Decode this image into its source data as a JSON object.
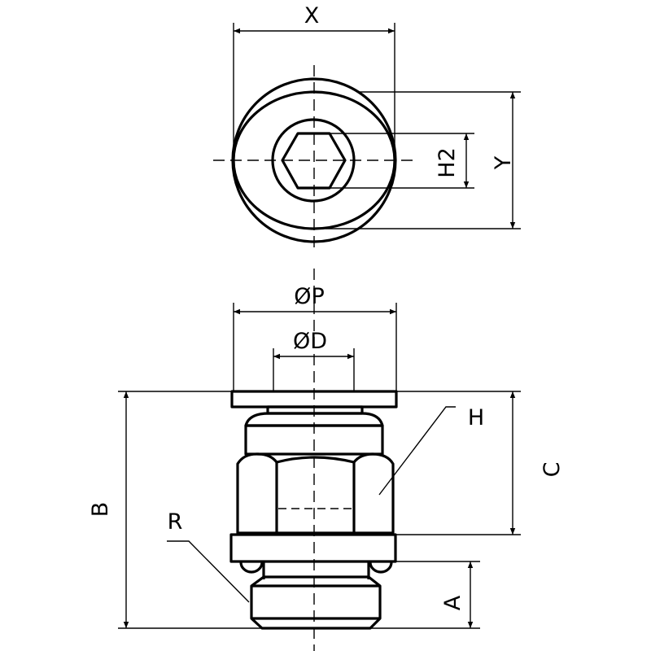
{
  "title": "Push-in fitting technical drawing",
  "labels": {
    "x": "X",
    "y": "Y",
    "h2": "H2",
    "p": "ØP",
    "d": "ØD",
    "b": "B",
    "c": "C",
    "a": "A",
    "h": "H",
    "r": "R"
  }
}
